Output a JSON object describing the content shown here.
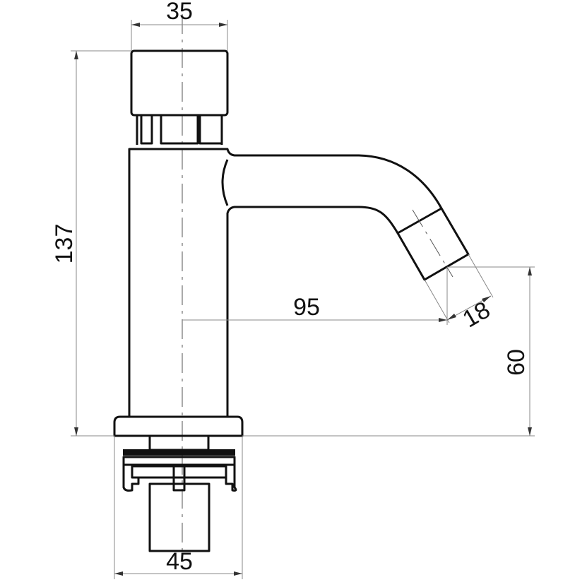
{
  "title": "Self-closing basin tap dimension drawing",
  "dimensions": {
    "top_width": "35",
    "total_height": "137",
    "spout_reach": "95",
    "nozzle_diameter": "18",
    "spout_height": "60",
    "base_width": "45"
  },
  "colors": {
    "line": "#111111",
    "dimension": "#888888"
  }
}
